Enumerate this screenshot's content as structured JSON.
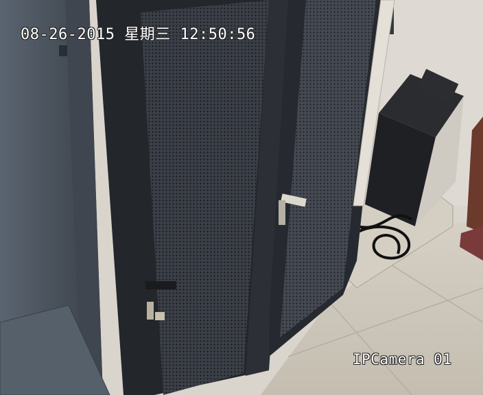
{
  "osd": {
    "date": "08-26-2015",
    "weekday": "星期三",
    "time": "12:50:56",
    "camera_name": "IPCamera 01"
  },
  "colors": {
    "wall": "#d8d4cc",
    "floor": "#ccc6bb",
    "rack_body": "#2a2d33",
    "rack_door_mesh": "#3a3e46",
    "side_panel": "#4d5560",
    "overlay_text": "#ffffff"
  }
}
